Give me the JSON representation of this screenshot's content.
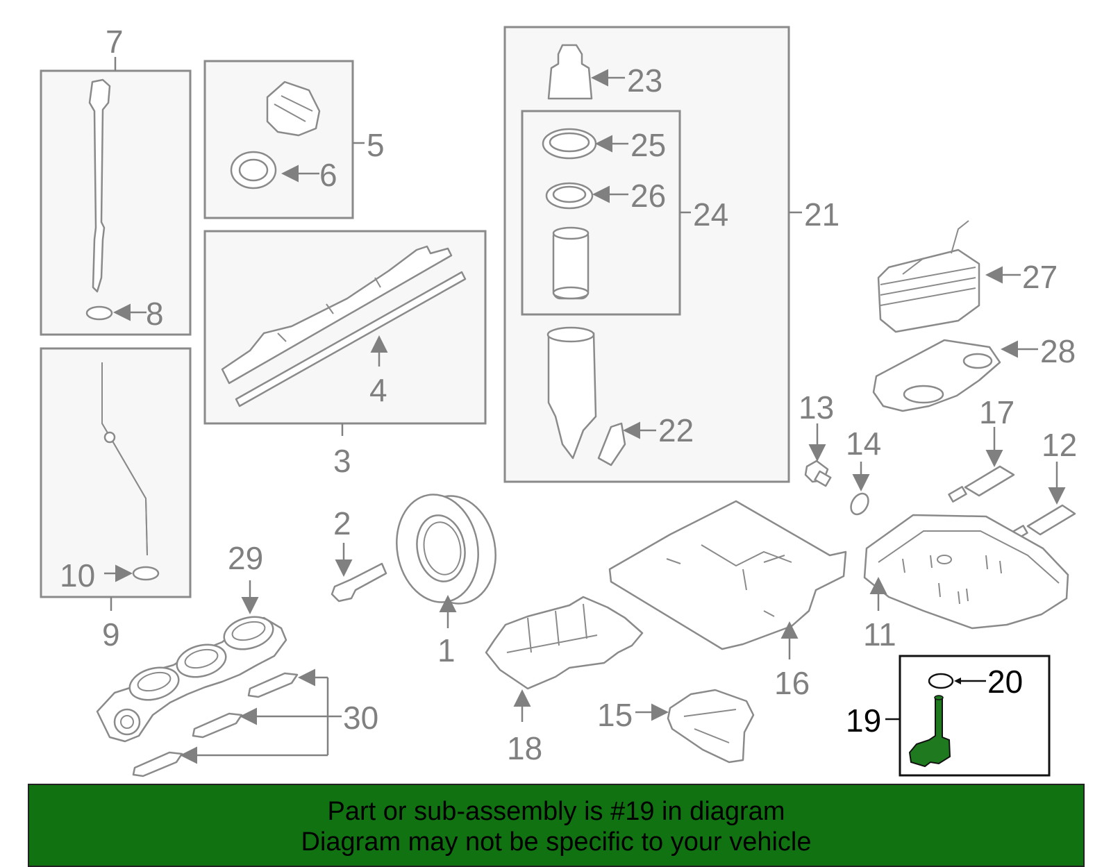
{
  "diagram": {
    "callouts": [
      "1",
      "2",
      "3",
      "4",
      "5",
      "6",
      "7",
      "8",
      "9",
      "10",
      "11",
      "12",
      "13",
      "14",
      "15",
      "16",
      "17",
      "18",
      "19",
      "20",
      "21",
      "22",
      "23",
      "24",
      "25",
      "26",
      "27",
      "28",
      "29",
      "30"
    ],
    "highlighted_callout": "19"
  },
  "banner": {
    "line1": "Part or sub-assembly is #19 in diagram",
    "line2": "Diagram may not be specific to your vehicle",
    "background": "#117211"
  },
  "colors": {
    "line": "#8a8a8a",
    "highlight_part": "#1f7a1f",
    "box_fill": "#f7f7f7"
  }
}
